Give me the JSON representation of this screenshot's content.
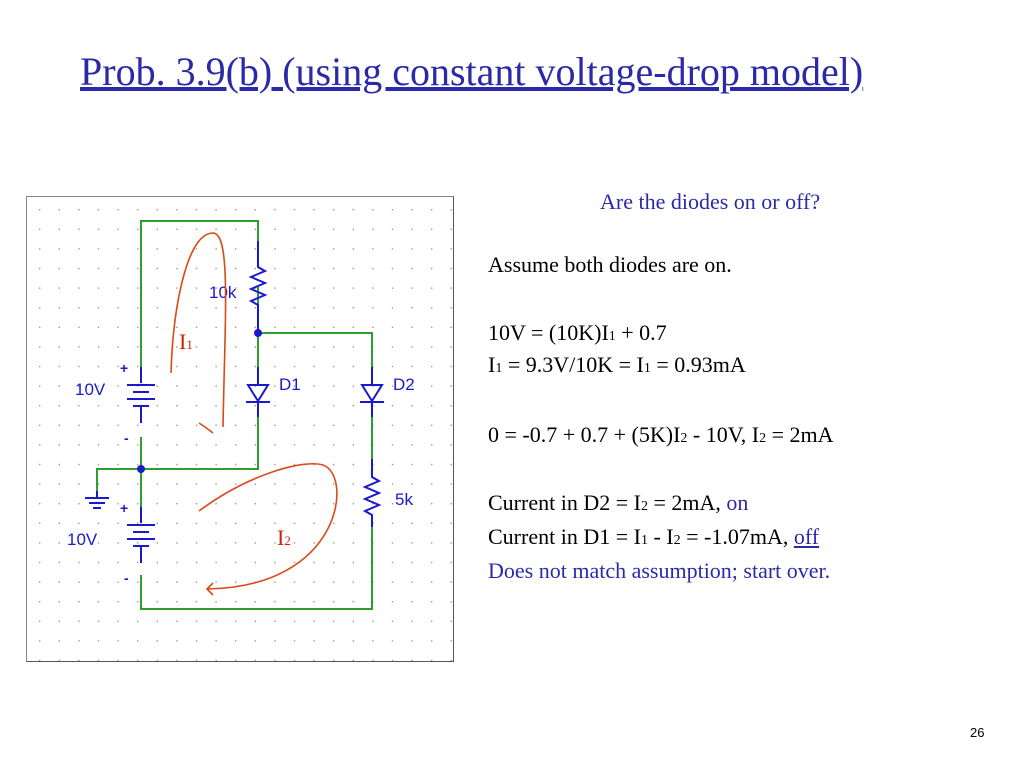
{
  "slide": {
    "title": "Prob. 3.9(b) (using constant voltage-drop model)",
    "page_number": "26"
  },
  "colors": {
    "title": "#2a2aa8",
    "accent_blue": "#2a2aa8",
    "wire_green": "#2e9e2e",
    "component_blue": "#1a1acc",
    "current_arrow": "#d94a1a",
    "current_label": "#cc2200",
    "grid_dot": "#9a9a9a"
  },
  "schematic": {
    "resistor_top_label": "10k",
    "resistor_bottom_label": "5k",
    "diode1_label": "D1",
    "diode2_label": "D2",
    "source_top_label": "10V",
    "source_bottom_label": "10V",
    "plus_sign": "+",
    "minus_sign": "-",
    "current1_letter": "I",
    "current1_sub": "1",
    "current2_letter": "I",
    "current2_sub": "2",
    "icons": [
      "ground-icon",
      "battery-icon",
      "resistor-icon",
      "diode-icon",
      "current-loop-arrow-icon"
    ]
  },
  "analysis": {
    "question": "Are the diodes on or off?",
    "assumption": "Assume both diodes are on.",
    "kvl1": {
      "a": "10V = (10K)I",
      "sub": "1",
      "b": " + 0.7"
    },
    "i1": {
      "a": "I",
      "s1": "1",
      "b": " = 9.3V/10K = I",
      "s2": "1",
      "c": " = 0.93mA"
    },
    "kvl2": {
      "a": "0 = -0.7 + 0.7 + (5K)I",
      "s1": "2",
      "b": " - 10V, I",
      "s2": "2",
      "c": " = 2mA"
    },
    "d2": {
      "a": "Current in D2 = I",
      "s1": "2",
      "b": " = 2mA, ",
      "status": "on"
    },
    "d1": {
      "a": "Current in D1 = I",
      "s1": "1",
      "b": " - I",
      "s2": "2",
      "c": " = -1.07mA, ",
      "status": "off"
    },
    "conclusion": "Does not match assumption; start over."
  }
}
